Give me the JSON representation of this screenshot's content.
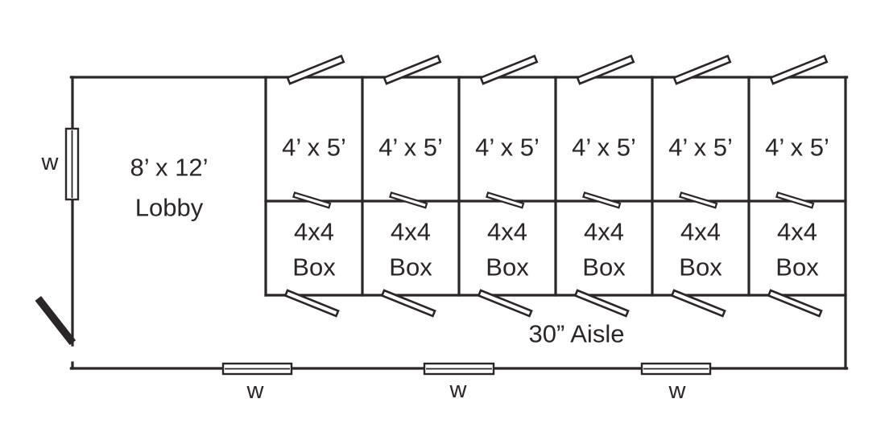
{
  "diagram_title": "storage-unit-floor-plan",
  "palette": {
    "line": "#2b2627",
    "background": "#ffffff"
  },
  "lobby": {
    "size_label": "8’ x 12’",
    "name": "Lobby"
  },
  "units": {
    "count": 6,
    "top_label": "4’ x 5’",
    "box_line1": "4x4",
    "box_line2": "Box"
  },
  "aisle": {
    "label": "30” Aisle"
  },
  "windows": {
    "label": "w",
    "count_bottom_wall": 3,
    "count_left_wall": 1
  }
}
